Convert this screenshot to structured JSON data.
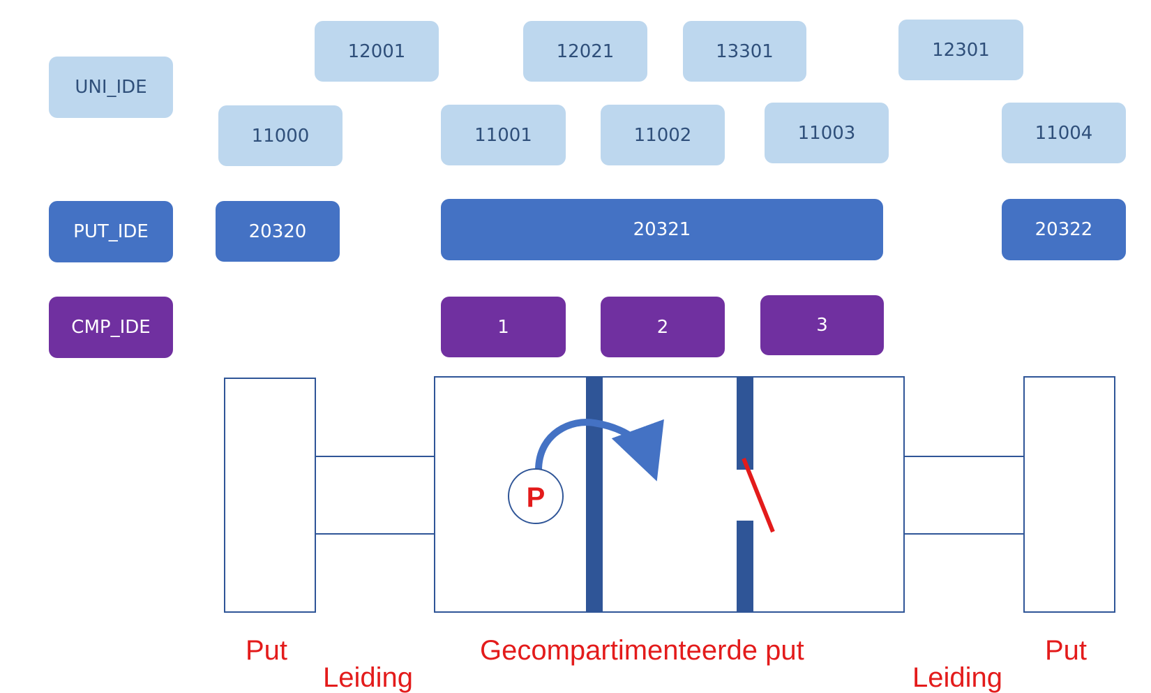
{
  "rows": {
    "uni": {
      "label": "UNI_IDE",
      "values": [
        "12001",
        "12021",
        "13301",
        "12301",
        "11000",
        "11001",
        "11002",
        "11003",
        "11004"
      ]
    },
    "put": {
      "label": "PUT_IDE",
      "values": [
        "20320",
        "20321",
        "20322"
      ]
    },
    "cmp": {
      "label": "CMP_IDE",
      "values": [
        "1",
        "2",
        "3"
      ]
    }
  },
  "diagram": {
    "pump_label": "P"
  },
  "labels": {
    "put_left": "Put",
    "leiding_left": "Leiding",
    "gecomp": "Gecompartimenteerde put",
    "leiding_right": "Leiding",
    "put_right": "Put"
  },
  "colors": {
    "uni": "#bdd7ee",
    "put": "#4472c4",
    "cmp": "#7030a0",
    "wall": "#2f5597",
    "red": "#e31b1b"
  }
}
